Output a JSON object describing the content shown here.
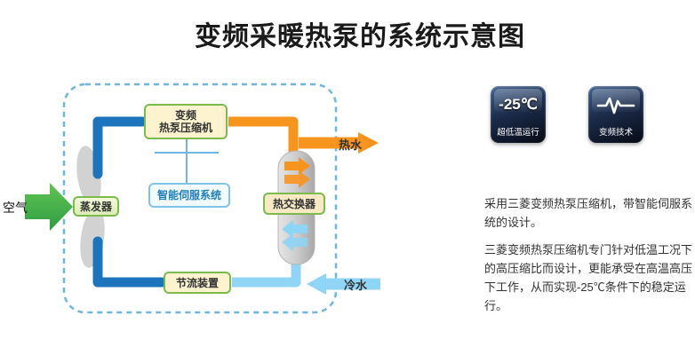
{
  "title": "变频采暖热泵的系统示意图",
  "diagram": {
    "air_label": "空气",
    "evaporator_label": "蒸发器",
    "compressor_line1": "变频",
    "compressor_line2": "热泵压缩机",
    "servo_label": "智能伺服系统",
    "heat_exchanger_label": "热交换器",
    "throttle_label": "节流装置",
    "hot_water_label": "热水",
    "cold_water_label": "冷水"
  },
  "badges": {
    "low_temp": {
      "value": "-25℃",
      "label": "超低温运行"
    },
    "inverter": {
      "icon": "waveform-icon",
      "label": "变频技术"
    }
  },
  "description": {
    "para1": "采用三菱变频热泵压缩机，带智能伺服系统的设计。",
    "para2": "三菱变频热泵压缩机专门针对低温工况下的高压缩比而设计，更能承受在高温高压下工作，从而实现-25℃条件下的稳定运行。"
  },
  "colors": {
    "pipe_hot": "#f7941e",
    "pipe_cold_dark": "#1c75bc",
    "pipe_cold_light": "#90d5f5",
    "air_green": "#3fae49",
    "box_border_green": "#7cb94e",
    "boundary_dashed": "#6fb7dd"
  }
}
